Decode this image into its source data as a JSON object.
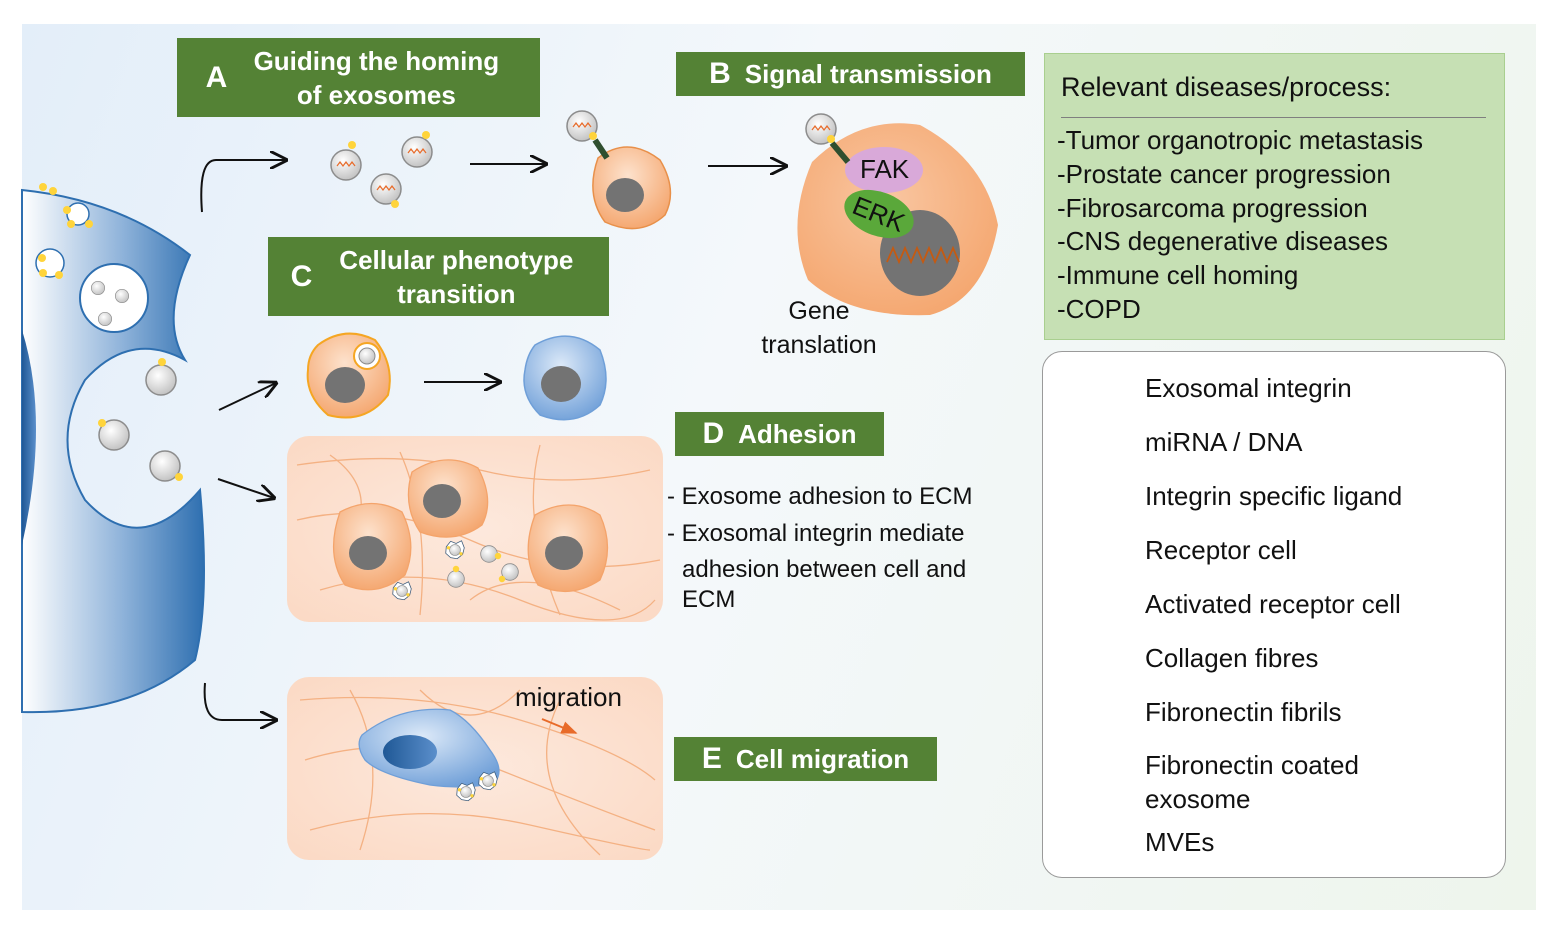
{
  "panels": {
    "a": {
      "letter": "A",
      "title": "Guiding the homing of exosomes"
    },
    "b": {
      "letter": "B",
      "title": "Signal transmission"
    },
    "c": {
      "letter": "C",
      "title": "Cellular phenotype transition"
    },
    "d": {
      "letter": "D",
      "title": "Adhesion"
    },
    "e": {
      "letter": "E",
      "title": "Cell migration"
    }
  },
  "signal": {
    "fak": "FAK",
    "erk": "ERK",
    "gene_line1": "Gene",
    "gene_line2": "translation"
  },
  "adhesion_notes": [
    "- Exosome adhesion to ECM",
    "- Exosomal integrin mediate",
    "adhesion between cell and",
    "ECM"
  ],
  "migration_label": "migration",
  "diseases": {
    "heading": "Relevant diseases/process:",
    "items": [
      "-Tumor organotropic metastasis",
      "-Prostate cancer progression",
      "-Fibrosarcoma progression",
      "-CNS degenerative diseases",
      "-Immune cell homing",
      "-COPD"
    ]
  },
  "legend": [
    {
      "icon": "exosomal-integrin-icon",
      "label": "Exosomal integrin"
    },
    {
      "icon": "mirna-dna-icon",
      "label": "miRNA / DNA"
    },
    {
      "icon": "integrin-ligand-icon",
      "label": "Integrin specific ligand"
    },
    {
      "icon": "receptor-cell-icon",
      "label": "Receptor cell"
    },
    {
      "icon": "activated-receptor-cell-icon",
      "label": "Activated receptor cell"
    },
    {
      "icon": "collagen-fibre-icon",
      "label": "Collagen fibres"
    },
    {
      "icon": "fibronectin-fibril-icon",
      "label": "Fibronectin fibrils"
    },
    {
      "icon": "fibronectin-coated-exosome-icon",
      "label": "Fibronectin coated exosome"
    },
    {
      "icon": "mve-icon",
      "label": "MVEs"
    }
  ],
  "colors": {
    "title_bg": "#548235",
    "receptor_cell": "#f4a46b",
    "activated_cell": "#6f9fd8",
    "nucleus": "#737373",
    "ecm_bg": "#fbe0d0",
    "collagen": "#f4b183",
    "fibronectin": "#1f4e79",
    "disease_bg": "#c6e0b4",
    "fak": "#d9a9d9",
    "erk": "#5aa83a",
    "integrin_dot": "#ffd43b",
    "source_cell": "#2e6fb0"
  }
}
